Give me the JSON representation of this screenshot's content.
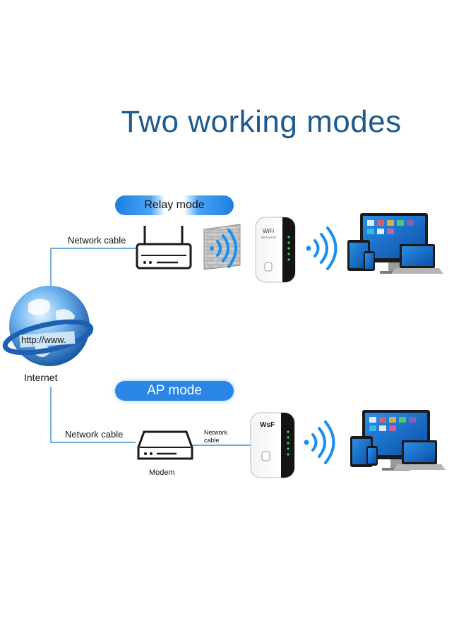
{
  "title": "Two working modes",
  "relay": {
    "mode_label": "Relay mode",
    "cable_label": "Network cable",
    "extender_brand": "WiFi",
    "extender_sub": "REPEATER"
  },
  "ap": {
    "mode_label": "AP mode",
    "cable_label": "Network cable",
    "cable_label_small_1": "Network",
    "cable_label_small_2": "cable",
    "modem_label": "Modem",
    "extender_brand": "WsF"
  },
  "internet": {
    "label": "Internet",
    "url_text": "http://www."
  },
  "colors": {
    "title": "#1f5a8e",
    "accent_blue": "#1b7fe0",
    "wifi_blue": "#1c8ef0",
    "line_blue": "#3b8fd8"
  }
}
